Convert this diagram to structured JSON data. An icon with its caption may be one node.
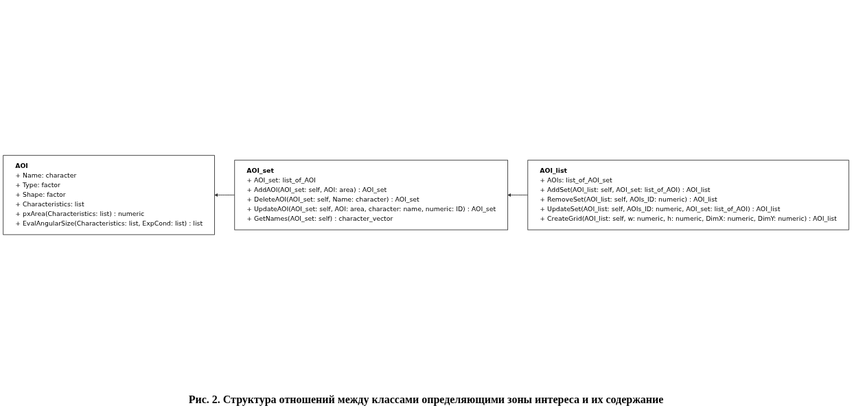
{
  "diagram": {
    "caption": "Рис. 2. Структура отношений между классами определяющими зоны интереса и их содержание",
    "nodes": [
      {
        "text": [
          "AOI",
          "+ Name: character",
          "+ Type: factor",
          "+ Shape: factor",
          "+ Characteristics: list",
          "+ pxArea(Characteristics: list) : numeric",
          "+ EvalAngularSize(Characteristics: list, ExpCond: list) : list"
        ]
      },
      {
        "text": [
          "AOI_set",
          "+ AOI_set: list_of_AOI",
          "+ AddAOI(AOI_set: self, AOI: area) : AOI_set",
          "+ DeleteAOI(AOI_set: self, Name: character) : AOI_set",
          "+ UpdateAOI(AOI_set: self, AOI: area, character: name, numeric: ID) : AOI_set",
          "+ GetNames(AOI_set: self) : character_vector"
        ]
      },
      {
        "text": [
          "AOI_list",
          "+ AOIs: list_of_AOI_set",
          "+ AddSet(AOI_list: self, AOI_set: list_of_AOI) : AOI_list",
          "+ RemoveSet(AOI_list: self, AOIs_ID: numeric) : AOI_list",
          "+ UpdateSet(AOI_list: self, AOIs_ID: numeric, AOI_set: list_of_AOI) : AOI_list",
          "+ CreateGrid(AOI_list: self, w: numeric, h: numeric, DimX: numeric, DimY: numeric) : AOI_list"
        ]
      }
    ],
    "edges": [
      {
        "from": 1,
        "to": 0,
        "arrow": "to"
      },
      {
        "from": 2,
        "to": 1,
        "arrow": "to"
      }
    ]
  }
}
